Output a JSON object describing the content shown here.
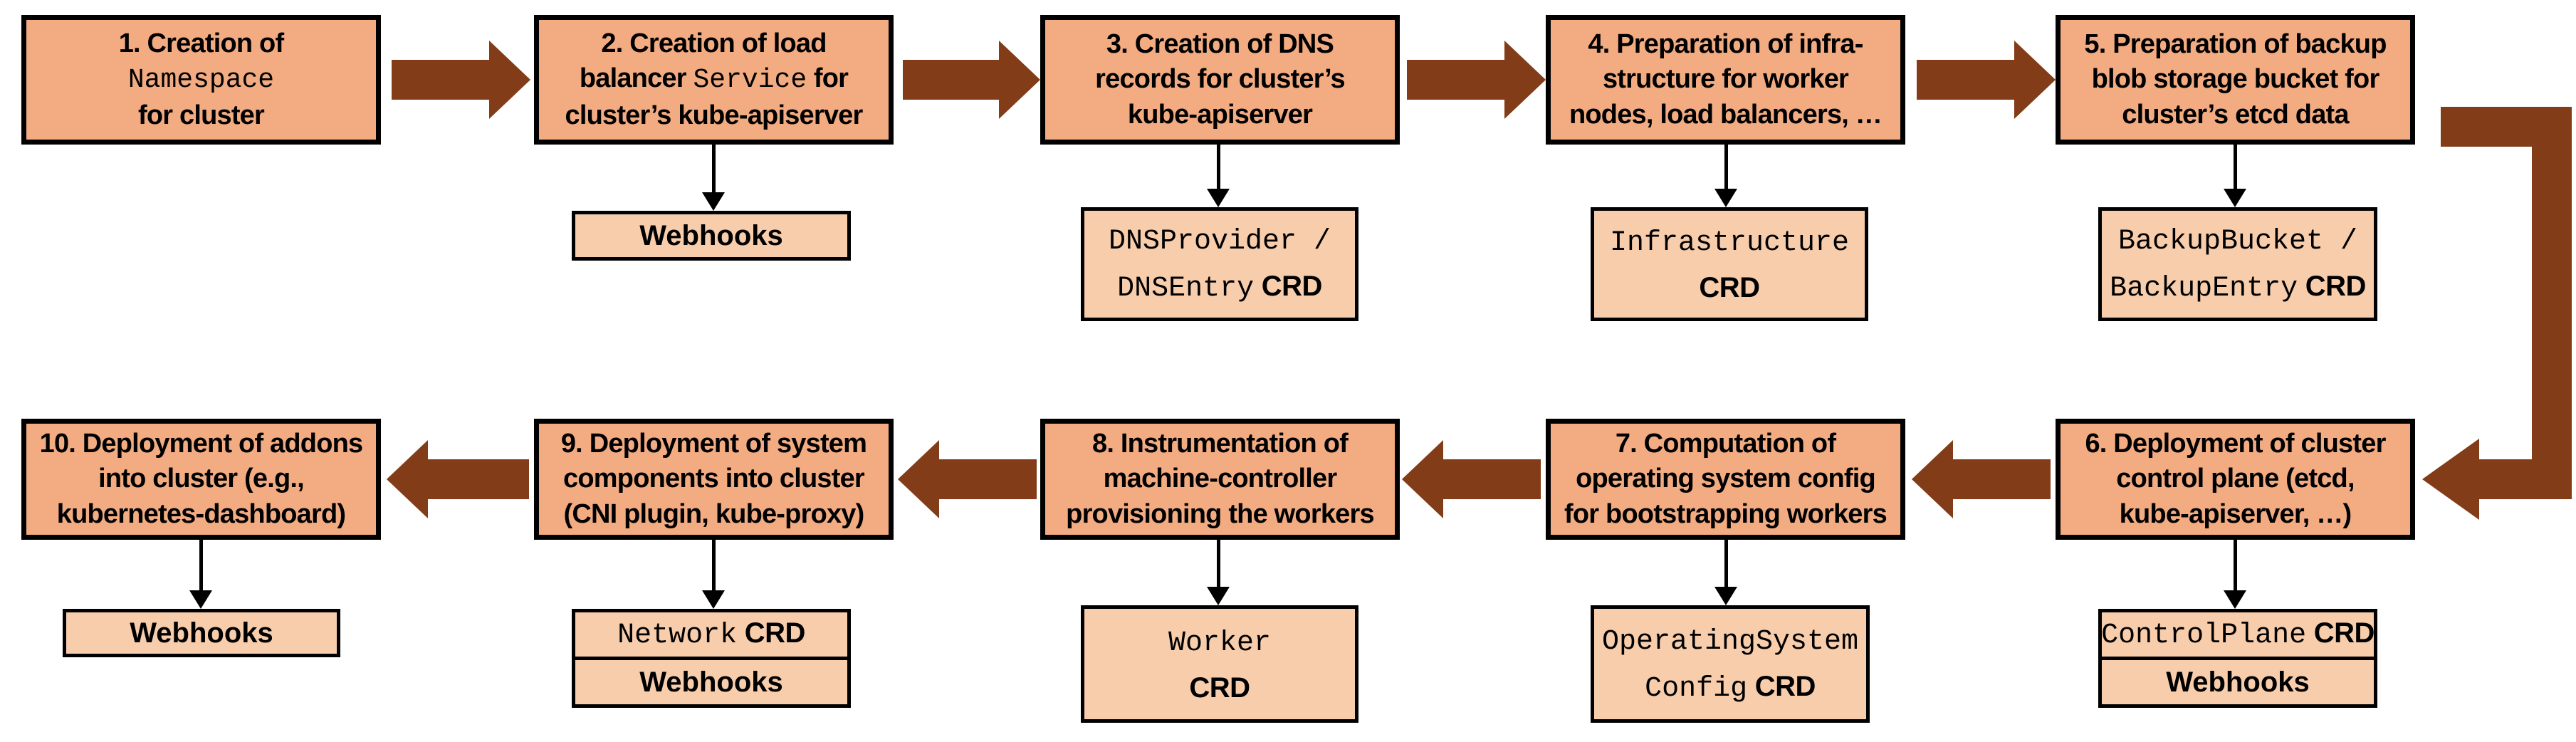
{
  "colors": {
    "box_fill": "#F3AC82",
    "subbox_fill": "#F8CDAC",
    "arrow": "#823C17",
    "border": "#000000"
  },
  "steps": {
    "s1": {
      "lines": [
        [
          [
            "1. Creation of",
            "s"
          ]
        ],
        [
          [
            "Namespace",
            "m"
          ]
        ],
        [
          [
            "for cluster",
            "s"
          ]
        ]
      ]
    },
    "s2": {
      "lines": [
        [
          [
            "2. Creation of load",
            "s"
          ]
        ],
        [
          [
            "balancer ",
            "s"
          ],
          [
            "Service",
            "m"
          ],
          [
            " for",
            "s"
          ]
        ],
        [
          [
            "cluster’s kube-apiserver",
            "s"
          ]
        ]
      ]
    },
    "s3": {
      "lines": [
        [
          [
            "3. Creation of DNS",
            "s"
          ]
        ],
        [
          [
            "records for cluster’s",
            "s"
          ]
        ],
        [
          [
            "kube-apiserver",
            "s"
          ]
        ]
      ]
    },
    "s4": {
      "lines": [
        [
          [
            "4. Preparation of infra-",
            "s"
          ]
        ],
        [
          [
            "structure for worker",
            "s"
          ]
        ],
        [
          [
            "nodes, load balancers, …",
            "s"
          ]
        ]
      ]
    },
    "s5": {
      "lines": [
        [
          [
            "5. Preparation of backup",
            "s"
          ]
        ],
        [
          [
            "blob storage bucket for",
            "s"
          ]
        ],
        [
          [
            "cluster’s etcd data",
            "s"
          ]
        ]
      ]
    },
    "s6": {
      "lines": [
        [
          [
            "6. Deployment of cluster",
            "s"
          ]
        ],
        [
          [
            "control plane (etcd,",
            "s"
          ]
        ],
        [
          [
            "kube-apiserver, …)",
            "s"
          ]
        ]
      ]
    },
    "s7": {
      "lines": [
        [
          [
            "7. Computation of",
            "s"
          ]
        ],
        [
          [
            "operating system config",
            "s"
          ]
        ],
        [
          [
            "for bootstrapping workers",
            "s"
          ]
        ]
      ]
    },
    "s8": {
      "lines": [
        [
          [
            "8. Instrumentation of",
            "s"
          ]
        ],
        [
          [
            "machine-controller",
            "s"
          ]
        ],
        [
          [
            "provisioning the workers",
            "s"
          ]
        ]
      ]
    },
    "s9": {
      "lines": [
        [
          [
            "9. Deployment of system",
            "s"
          ]
        ],
        [
          [
            "components into cluster",
            "s"
          ]
        ],
        [
          [
            "(CNI plugin, kube-proxy)",
            "s"
          ]
        ]
      ]
    },
    "s10": {
      "lines": [
        [
          [
            "10. Deployment of addons",
            "s"
          ]
        ],
        [
          [
            "into cluster (e.g.,",
            "s"
          ]
        ],
        [
          [
            "kubernetes-dashboard)",
            "s"
          ]
        ]
      ]
    }
  },
  "subs": {
    "webhooks_s2": {
      "lines": [
        [
          [
            "Webhooks",
            "s"
          ]
        ]
      ]
    },
    "dns_crd": {
      "lines": [
        [
          [
            "DNSProvider /",
            "m"
          ]
        ],
        [
          [
            "DNSEntry",
            "m"
          ],
          [
            " CRD",
            "b"
          ]
        ]
      ]
    },
    "infra_crd": {
      "lines": [
        [
          [
            "Infrastructure",
            "m"
          ]
        ],
        [
          [
            "CRD",
            "b"
          ]
        ]
      ]
    },
    "backup_crd": {
      "lines": [
        [
          [
            "BackupBucket /",
            "m"
          ]
        ],
        [
          [
            "BackupEntry",
            "m"
          ],
          [
            " CRD",
            "b"
          ]
        ]
      ]
    },
    "controlplane_crd": {
      "lines": [
        [
          [
            "ControlPlane",
            "m"
          ],
          [
            " CRD",
            "b"
          ]
        ]
      ]
    },
    "webhooks_s6": {
      "lines": [
        [
          [
            "Webhooks",
            "s"
          ]
        ]
      ]
    },
    "osc_crd": {
      "lines": [
        [
          [
            "OperatingSystem",
            "m"
          ]
        ],
        [
          [
            "Config",
            "m"
          ],
          [
            " CRD",
            "b"
          ]
        ]
      ]
    },
    "worker_crd": {
      "lines": [
        [
          [
            "Worker",
            "m"
          ]
        ],
        [
          [
            "CRD",
            "b"
          ]
        ]
      ]
    },
    "network_crd": {
      "lines": [
        [
          [
            "Network",
            "m"
          ],
          [
            " CRD",
            "b"
          ]
        ]
      ]
    },
    "webhooks_s9": {
      "lines": [
        [
          [
            "Webhooks",
            "s"
          ]
        ]
      ]
    },
    "webhooks_s10": {
      "lines": [
        [
          [
            "Webhooks",
            "s"
          ]
        ]
      ]
    }
  }
}
